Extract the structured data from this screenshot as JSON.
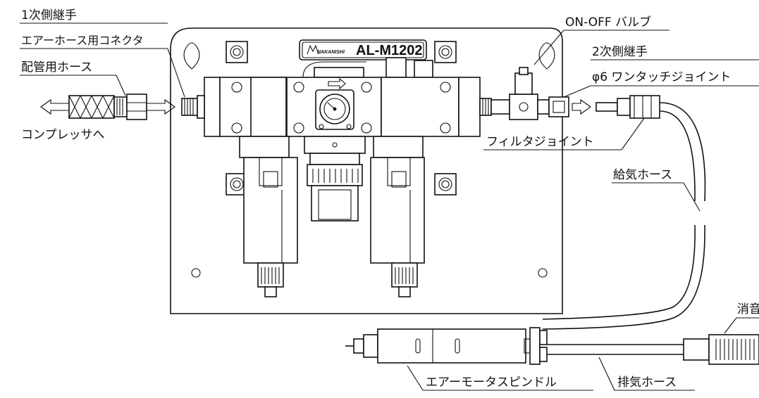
{
  "model": {
    "brand": "NAKANISHI",
    "name": "AL-M1202"
  },
  "labels": {
    "primary_joint_line1": "1次側継手",
    "primary_joint_line2": "エアーホース用コネクタ",
    "piping_hose": "配管用ホース",
    "to_compressor": "コンプレッサへ",
    "on_off_valve": "ON-OFF バルブ",
    "secondary_joint_line1": "2次側継手",
    "secondary_joint_line2": "φ6 ワンタッチジョイント",
    "filter_joint": "フィルタジョイント",
    "supply_hose": "給気ホース",
    "silencer": "消音",
    "air_motor_spindle": "エアーモータスピンドル",
    "exhaust_hose": "排気ホース"
  }
}
